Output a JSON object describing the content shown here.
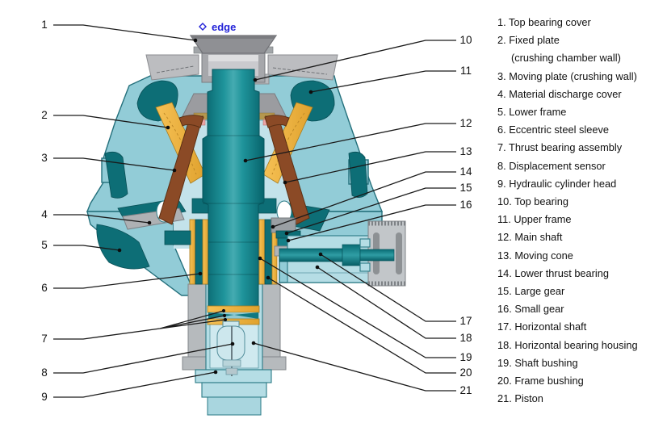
{
  "watermark": {
    "icon": "diamond-icon",
    "text": "edge",
    "color": "#2323d8"
  },
  "callouts": {
    "left": [
      {
        "n": "1"
      },
      {
        "n": "2"
      },
      {
        "n": "3"
      },
      {
        "n": "4"
      },
      {
        "n": "5"
      },
      {
        "n": "6"
      },
      {
        "n": "7"
      },
      {
        "n": "8"
      },
      {
        "n": "9"
      }
    ],
    "right": [
      {
        "n": "10"
      },
      {
        "n": "11"
      },
      {
        "n": "12"
      },
      {
        "n": "13"
      },
      {
        "n": "14"
      },
      {
        "n": "15"
      },
      {
        "n": "16"
      },
      {
        "n": "17"
      },
      {
        "n": "18"
      },
      {
        "n": "19"
      },
      {
        "n": "20"
      },
      {
        "n": "21"
      }
    ]
  },
  "legend": {
    "items": [
      "1. Top bearing cover",
      "2. Fixed plate\n(crushing chamber wall)",
      "3. Moving plate (crushing wall)",
      "4. Material discharge cover",
      "5. Lower frame",
      "6. Eccentric steel sleeve",
      "7. Thrust bearing assembly",
      "8. Displacement sensor",
      "9. Hydraulic cylinder head",
      "10. Top bearing",
      "11. Upper frame",
      "12. Main shaft",
      "13. Moving cone",
      "14. Lower thrust bearing",
      "15. Large gear",
      "16. Small gear",
      "17. Horizontal shaft",
      "18. Horizontal bearing housing",
      "19. Shaft bushing",
      "20. Frame bushing",
      "21. Piston"
    ]
  },
  "palette": {
    "background": "#ffffff",
    "frame_light_teal": "#92ccd7",
    "interior_pale_cyan": "#c3e2ea",
    "cast_dark_teal": "#0d6e76",
    "shaft_teal_mid": "#1f949b",
    "shaft_teal_light": "#45abb1",
    "liner_yellow": "#efb243",
    "mantle_brown": "#8b4a26",
    "hopper_gray": "#8f9094",
    "frame_gray": "#b6babd",
    "leader_line": "#1a1a1a",
    "label_text": "#111111"
  }
}
